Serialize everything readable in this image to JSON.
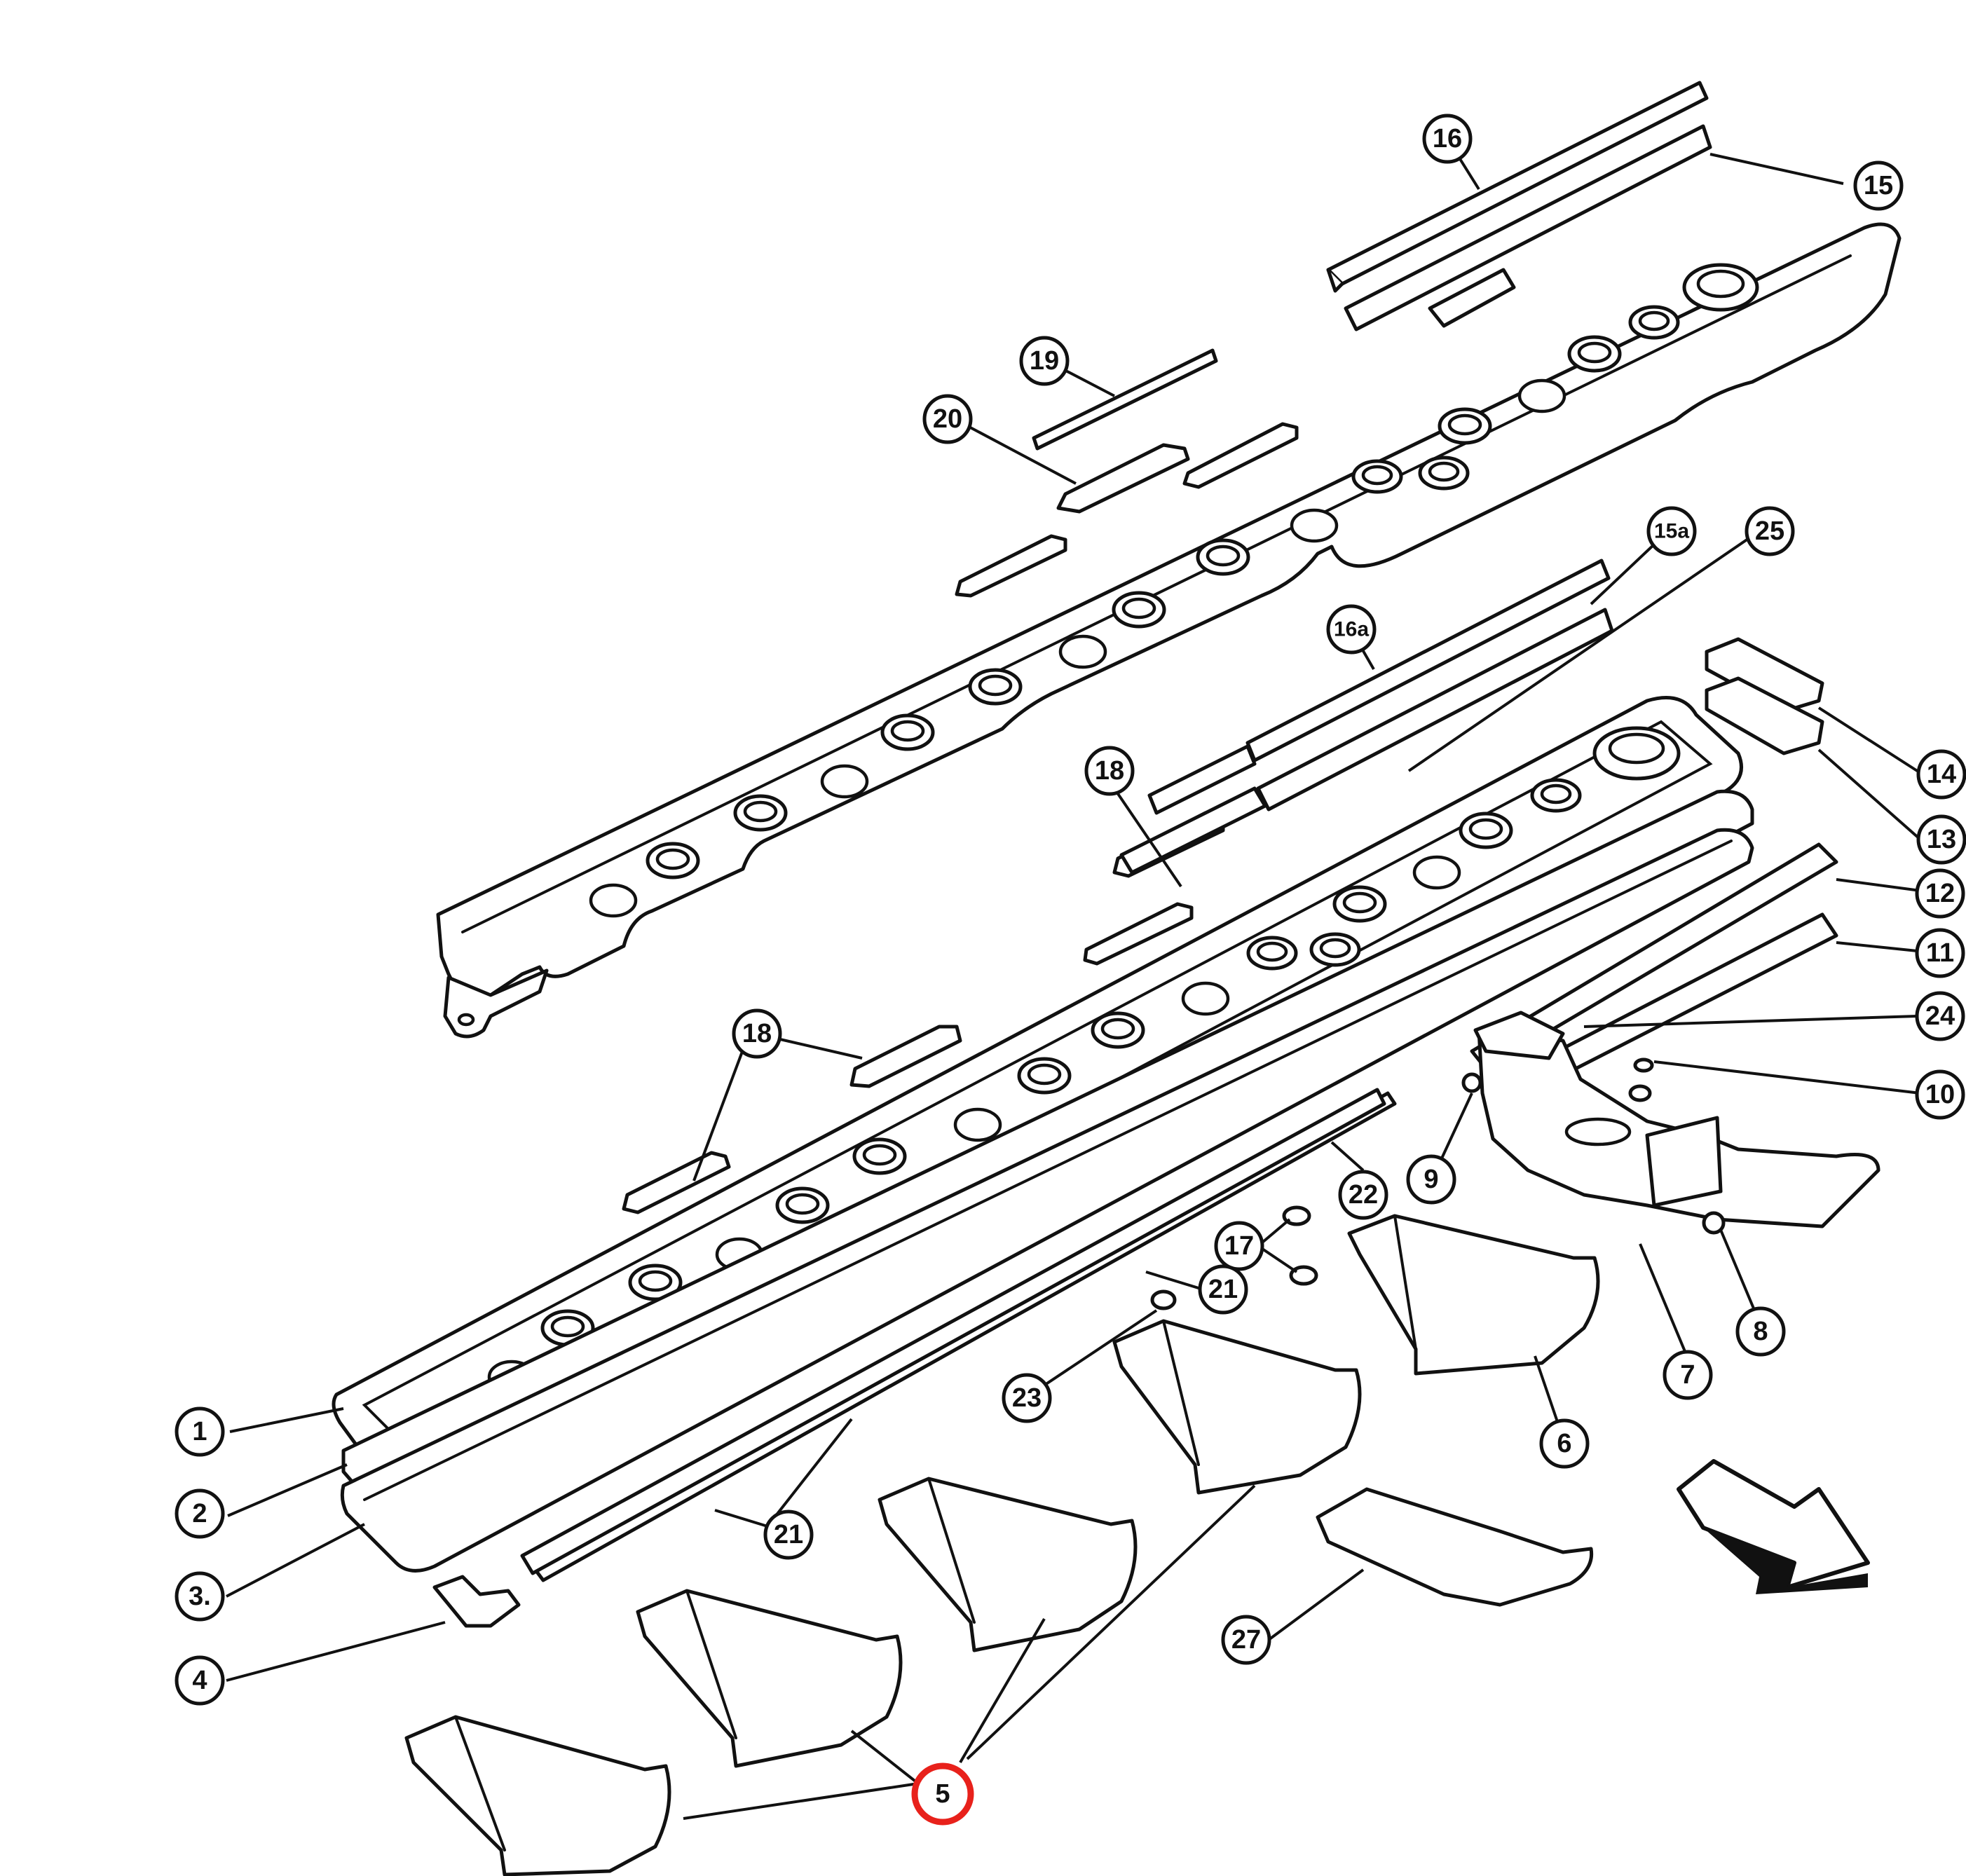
{
  "diagram": {
    "callouts": [
      {
        "id": "c16",
        "label": "16"
      },
      {
        "id": "c15",
        "label": "15"
      },
      {
        "id": "c19",
        "label": "19"
      },
      {
        "id": "c20",
        "label": "20"
      },
      {
        "id": "c15a",
        "label": "15a"
      },
      {
        "id": "c25",
        "label": "25"
      },
      {
        "id": "c16a",
        "label": "16a"
      },
      {
        "id": "c14",
        "label": "14"
      },
      {
        "id": "c13",
        "label": "13"
      },
      {
        "id": "c18a",
        "label": "18"
      },
      {
        "id": "c12",
        "label": "12"
      },
      {
        "id": "c11",
        "label": "11"
      },
      {
        "id": "c18b",
        "label": "18"
      },
      {
        "id": "c24",
        "label": "24"
      },
      {
        "id": "c10",
        "label": "10"
      },
      {
        "id": "c9",
        "label": "9"
      },
      {
        "id": "c22",
        "label": "22"
      },
      {
        "id": "c17",
        "label": "17"
      },
      {
        "id": "c21a",
        "label": "21"
      },
      {
        "id": "c8",
        "label": "8"
      },
      {
        "id": "c23",
        "label": "23"
      },
      {
        "id": "c7",
        "label": "7"
      },
      {
        "id": "c6",
        "label": "6"
      },
      {
        "id": "c1",
        "label": "1"
      },
      {
        "id": "c2",
        "label": "2"
      },
      {
        "id": "c21b",
        "label": "21"
      },
      {
        "id": "c3",
        "label": "3."
      },
      {
        "id": "c27",
        "label": "27"
      },
      {
        "id": "c4",
        "label": "4"
      },
      {
        "id": "c5",
        "label": "5"
      }
    ],
    "highlighted_callout": "5",
    "highlight_color": "#e8211b",
    "line_color": "#111111"
  }
}
